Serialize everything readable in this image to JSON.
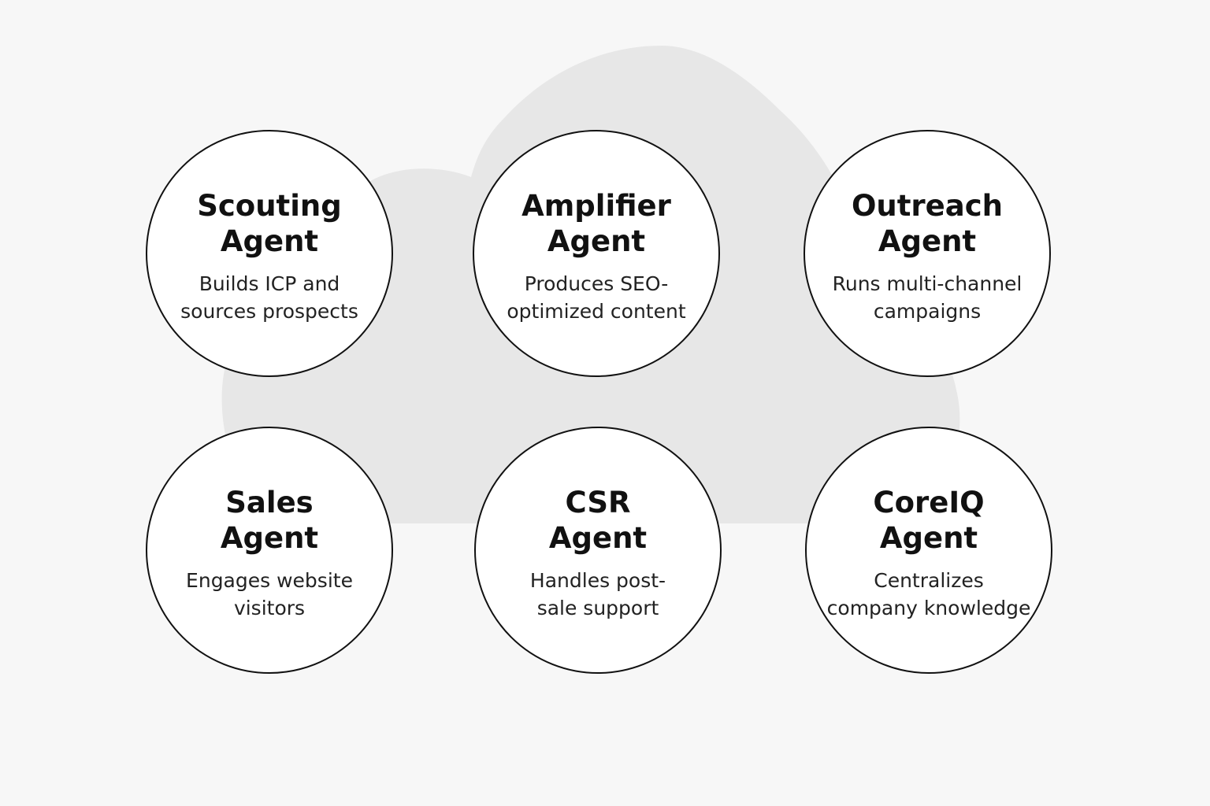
{
  "colors": {
    "background": "#f7f7f7",
    "cloud": "#e7e7e7",
    "circle_fill": "#ffffff",
    "circle_border": "#111111",
    "text": "#111111"
  },
  "icons": [
    "cloud-shape"
  ],
  "agents": [
    {
      "title": [
        "Scouting",
        "Agent"
      ],
      "description": [
        "Builds ICP and",
        "sources prospects"
      ]
    },
    {
      "title": [
        "Amplifier",
        "Agent"
      ],
      "description": [
        "Produces SEO-",
        "optimized content"
      ]
    },
    {
      "title": [
        "Outreach",
        "Agent"
      ],
      "description": [
        "Runs multi-channel",
        "campaigns"
      ]
    },
    {
      "title": [
        "Sales",
        "Agent"
      ],
      "description": [
        "Engages website",
        "visitors"
      ]
    },
    {
      "title": [
        "CSR",
        "Agent"
      ],
      "description": [
        "Handles post-",
        "sale support"
      ]
    },
    {
      "title": [
        "CoreIQ",
        "Agent"
      ],
      "description": [
        "Centralizes",
        "company knowledge"
      ]
    }
  ]
}
